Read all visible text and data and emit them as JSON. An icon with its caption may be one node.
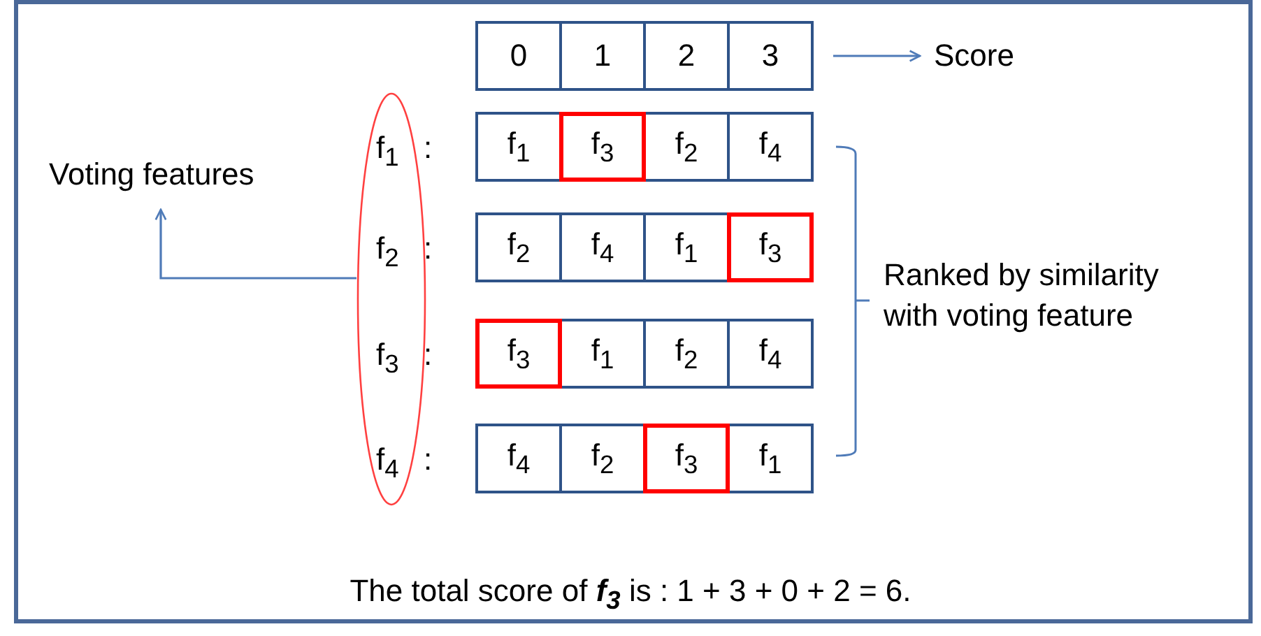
{
  "diagram": {
    "caption": "The total score of **f$_{3}$** is : 1 + 3 + 0 + 2 = 6.",
    "nodes": [
      {
        "text": [
          "0"
        ]
      },
      {
        "text": [
          "1"
        ]
      },
      {
        "text": [
          "2"
        ]
      },
      {
        "text": [
          "3"
        ]
      },
      {
        "text": [
          "Score"
        ]
      },
      {
        "text": [
          "f$_{1}$",
          "f$_{2}$",
          "f$_{3}$",
          "f$_{4}$"
        ]
      },
      {
        "text": [
          "Voting features"
        ]
      },
      {
        "text": [
          "f$_{1}$"
        ]
      },
      {
        "text": [
          "f$_{3}$"
        ]
      },
      {
        "text": [
          "f$_{2}$"
        ]
      },
      {
        "text": [
          "f$_{4}$"
        ]
      },
      {
        "text": [
          "f$_{2}$"
        ]
      },
      {
        "text": [
          "f$_{4}$"
        ]
      },
      {
        "text": [
          "f$_{1}$"
        ]
      },
      {
        "text": [
          "f$_{3}$"
        ]
      },
      {
        "text": [
          "f$_{3}$"
        ]
      },
      {
        "text": [
          "f$_{1}$"
        ]
      },
      {
        "text": [
          "f$_{2}$"
        ]
      },
      {
        "text": [
          "f$_{4}$"
        ]
      },
      {
        "text": [
          "f$_{4}$"
        ]
      },
      {
        "text": [
          "f$_{2}$"
        ]
      },
      {
        "text": [
          "f$_{3}$"
        ]
      },
      {
        "text": [
          "f$_{1}$"
        ]
      },
      {
        "text": [
          "Ranked by similarity with voting feature"
        ]
      }
    ],
    "edges": [
      {
        "from": 3,
        "to": 4,
        "arrow": "to"
      },
      {
        "from": 5,
        "to": 6,
        "arrow": "to"
      }
    ],
    "labels": [
      ":",
      ":",
      ":",
      ":"
    ]
  }
}
